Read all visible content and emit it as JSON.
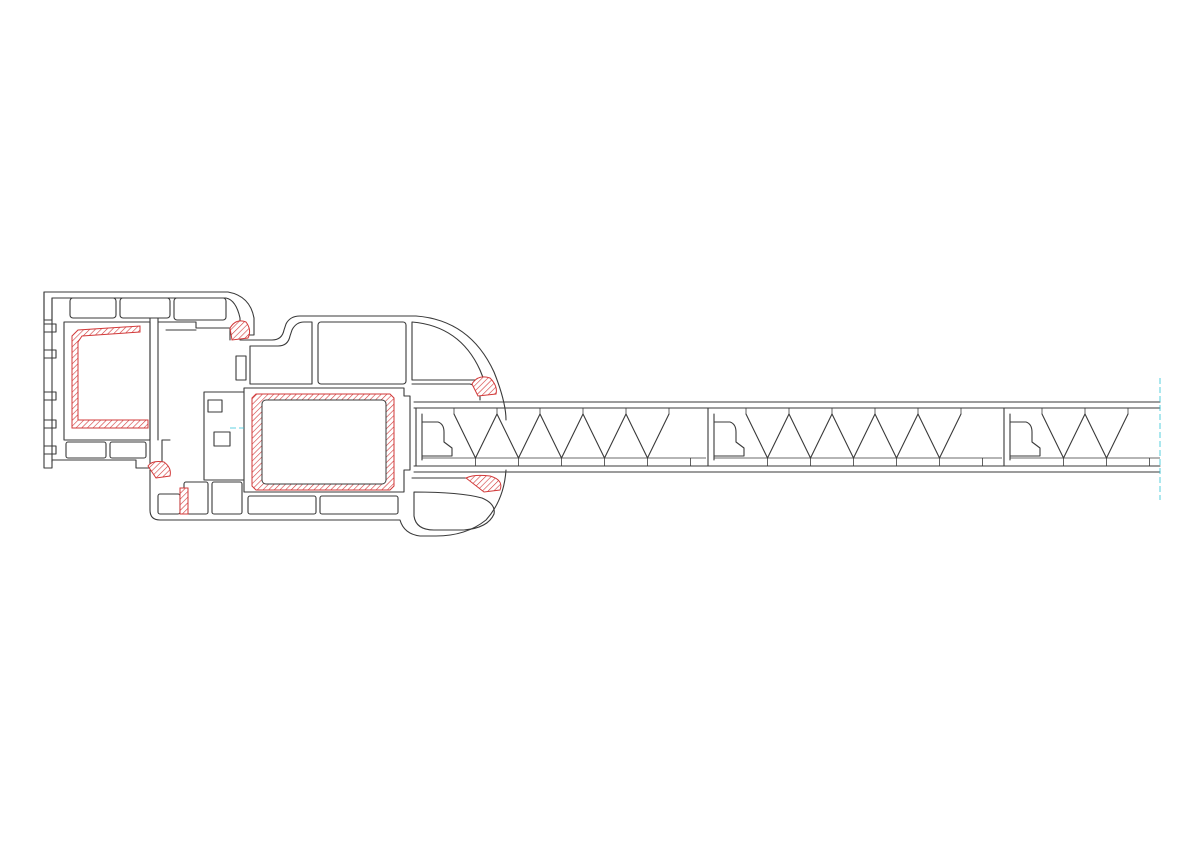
{
  "drawing": {
    "type": "cad-cross-section",
    "description_visible_text": "",
    "colors": {
      "outline": "#3a3a3a",
      "reinforcement": "#d23a3a",
      "axis": "#2ec4d6",
      "background": "#ffffff"
    },
    "panel": {
      "segments": 3,
      "triangles_per_segment": 6
    }
  }
}
